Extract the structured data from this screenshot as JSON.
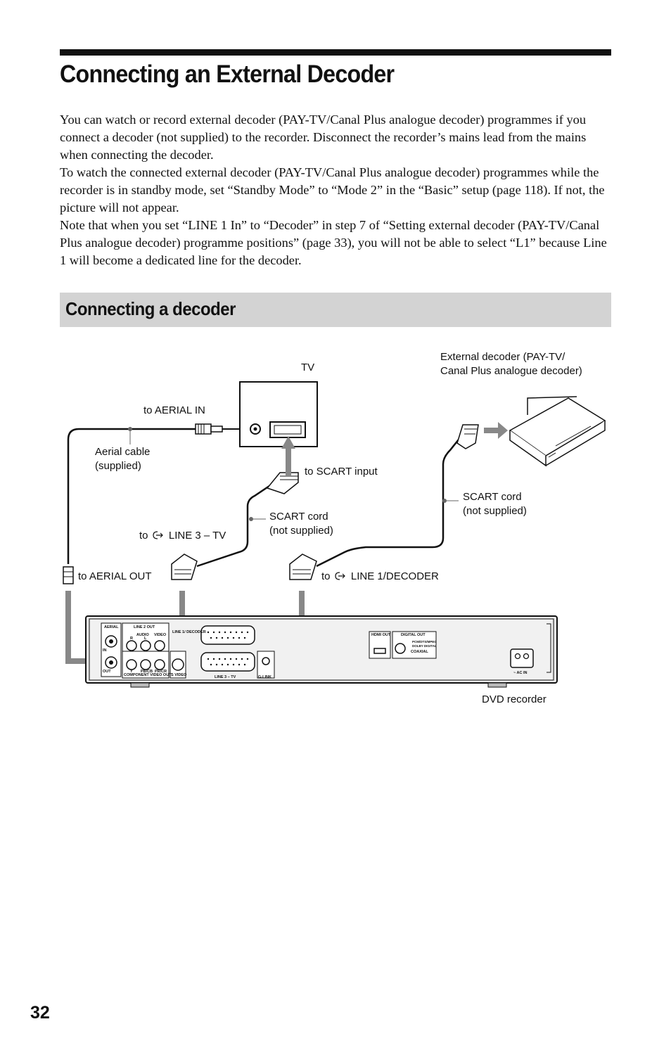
{
  "page": {
    "title": "Connecting an External Decoder",
    "paragraphs": [
      "You can watch or record external decoder (PAY-TV/Canal Plus analogue decoder) programmes if you connect a decoder (not supplied) to the recorder. Disconnect the recorder’s mains lead from the mains when connecting the decoder.",
      "To watch the connected external decoder (PAY-TV/Canal Plus analogue decoder) programmes while the recorder is in standby mode, set “Standby Mode” to “Mode 2” in the “Basic” setup (page 118). If not, the picture will not appear.",
      "Note that when you set “LINE 1 In” to “Decoder” in step 7 of “Setting external decoder (PAY-TV/Canal Plus analogue decoder) programme positions” (page 33), you will not be able to select “L1” because Line 1 will become a dedicated line for the decoder."
    ],
    "section_title": "Connecting a decoder",
    "page_number": "32"
  },
  "diagram": {
    "tv_label": "TV",
    "decoder_label_1": "External decoder (PAY-TV/",
    "decoder_label_2": "Canal Plus analogue decoder)",
    "to_aerial_in": "to AERIAL IN",
    "aerial_cable_1": "Aerial cable",
    "aerial_cable_2": "(supplied)",
    "to_scart_input": "to SCART input",
    "scart_cord_right_1": "SCART cord",
    "scart_cord_right_2": "(not supplied)",
    "scart_cord_mid_1": "SCART cord",
    "scart_cord_mid_2": "(not supplied)",
    "to_prefix_line3": "to",
    "line3_tv": "LINE 3 – TV",
    "to_aerial_out": "to AERIAL OUT",
    "to_prefix_line1": "to",
    "line1_decoder": "LINE 1/DECODER",
    "dvd_recorder": "DVD recorder",
    "panel": {
      "aerial": "AERIAL",
      "aerial_in": "IN",
      "aerial_out": "OUT",
      "line2_out": "LINE 2 OUT",
      "audio": "AUDIO",
      "r": "R",
      "l": "L",
      "video": "VIDEO",
      "line_decoder": "LINE 1/ DECODER",
      "component_video_out": "COMPONENT VIDEO OUT",
      "y": "Y",
      "pb_cb": "PB/CB",
      "pr_cr": "PR/CR",
      "s_video": "S VIDEO",
      "line3_tv": "LINE 3 – TV",
      "g_link": "G-LINK",
      "hdmi_out": "HDMI OUT",
      "digital_out": "DIGITAL OUT",
      "pcm_line": "PCM/DTS/MPEG",
      "dolby_line": "DOLBY DIGITAL",
      "coaxial": "COAXIAL",
      "ac_in": "~ AC IN"
    }
  }
}
